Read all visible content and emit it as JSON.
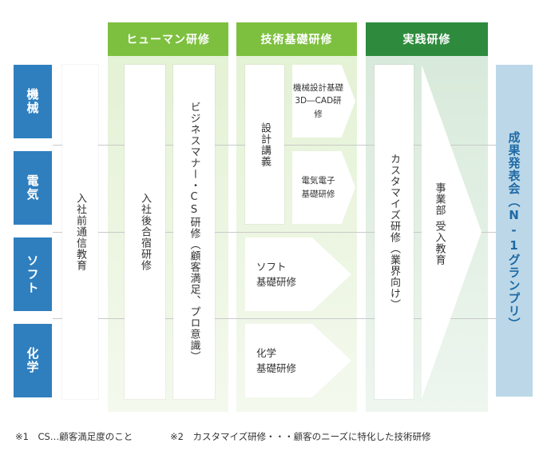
{
  "headers": {
    "human": "ヒューマン研修",
    "tech": "技術基礎研修",
    "practice": "実践研修"
  },
  "departments": [
    "機械",
    "電気",
    "ソフト",
    "化学"
  ],
  "boxes": {
    "pre_entry": "入社前通信教育",
    "onboarding_camp": "入社後合宿研修",
    "business_manner": "ビジネスマナー・CS研修（顧客満足、プロ意識）",
    "design_lecture": "設計講義",
    "mech_design_line1": "機械設計基礎",
    "mech_design_line2": "3D―CAD研修",
    "elec_line1": "電気電子",
    "elec_line2": "基礎研修",
    "soft_line1": "ソフト",
    "soft_line2": "基礎研修",
    "chem_line1": "化学",
    "chem_line2": "基礎研修",
    "customize": "カスタマイズ研修（業界向け）",
    "dept_line1": "事業部",
    "dept_line2": "受入教育"
  },
  "result": "成果発表会（N-1グランプリ）",
  "notes": {
    "note1": "※1　CS…顧客満足度のこと",
    "note2": "※2　カスタマイズ研修・・・顧客のニーズに特化した技術研修"
  },
  "colors": {
    "header_light": "#7dc03f",
    "header_dark": "#2e8b3e",
    "dept_blue": "#2f7fbf",
    "result_bg": "#bcd8e8",
    "result_text": "#1f6aa6"
  }
}
